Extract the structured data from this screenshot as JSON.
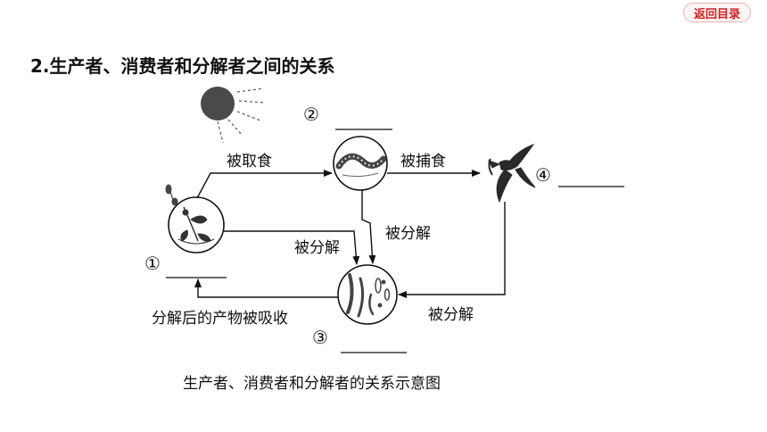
{
  "nav": {
    "return_label": "返回目录"
  },
  "section": {
    "title": "2.生产者、消费者和分解者之间的关系"
  },
  "diagram": {
    "markers": {
      "producer": "①",
      "consumer_primary": "②",
      "decomposer": "③",
      "consumer_secondary": "④"
    },
    "edges": {
      "plant_to_caterpillar": "被取食",
      "caterpillar_to_bird": "被捕食",
      "plant_to_decomposer": "被分解",
      "caterpillar_to_decomposer": "被分解",
      "bird_to_decomposer": "被分解",
      "decomposer_to_plant": "分解后的产物被吸收"
    },
    "caption": "生产者、消费者和分解者的关系示意图"
  }
}
